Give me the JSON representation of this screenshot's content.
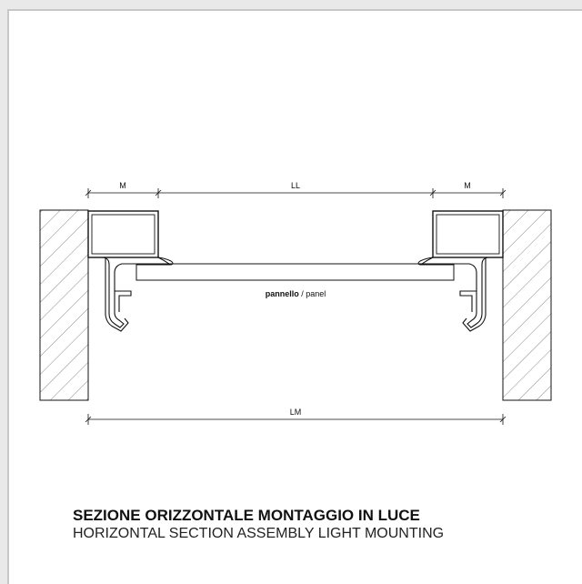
{
  "drawing": {
    "dimensions": {
      "left_margin": "M",
      "light_width": "LL",
      "right_margin": "M",
      "overall_width": "LM"
    },
    "panel_label_bold": "pannello",
    "panel_label_rest": " / panel"
  },
  "caption": {
    "title": "SEZIONE ORIZZONTALE MONTAGGIO IN LUCE",
    "subtitle": "HORIZONTAL SECTION ASSEMBLY LIGHT MOUNTING"
  },
  "colors": {
    "line": "#111111",
    "hatch": "#555555",
    "page_border": "#c7c7c7"
  }
}
